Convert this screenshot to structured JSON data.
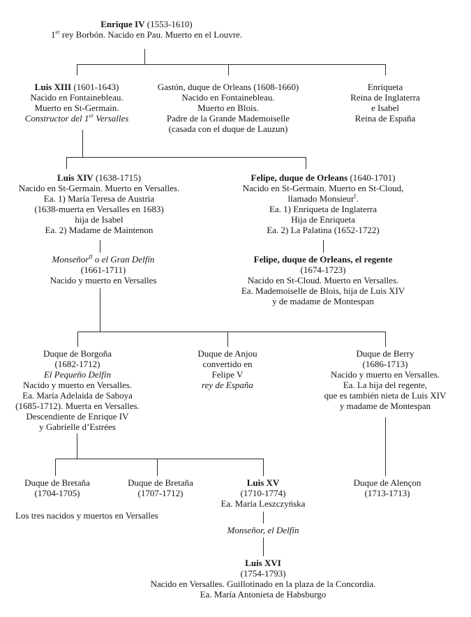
{
  "nodes": [
    {
      "id": "enrique-iv",
      "lines": [
        [
          {
            "t": "Enrique IV",
            "b": true
          },
          {
            "t": " (1553-1610)"
          }
        ],
        [
          {
            "t": "1"
          },
          {
            "t": "er",
            "sup": true
          },
          {
            "t": " rey Borbón. Nacido en Pau. Muerto en el Louvre."
          }
        ]
      ]
    },
    {
      "id": "luis-xiii",
      "lines": [
        [
          {
            "t": "Luis XIII",
            "b": true
          },
          {
            "t": " (1601-1643)"
          }
        ],
        [
          {
            "t": "Nacido en Fontainebleau."
          }
        ],
        [
          {
            "t": "Muerto en St-Germain."
          }
        ],
        [
          {
            "t": "Constructor del 1",
            "i": true
          },
          {
            "t": "er",
            "i": true,
            "sup": true
          },
          {
            "t": " Versalles",
            "i": true
          }
        ]
      ]
    },
    {
      "id": "gaston",
      "lines": [
        [
          {
            "t": "Gastón, duque de Orleans (1608-1660)"
          }
        ],
        [
          {
            "t": "Nacido en Fontainebleau."
          }
        ],
        [
          {
            "t": "Muerto en Blois."
          }
        ],
        [
          {
            "t": "Padre de la Grande Mademoiselle"
          }
        ],
        [
          {
            "t": "(casada con el duque de Lauzun)"
          }
        ]
      ]
    },
    {
      "id": "enriqueta",
      "lines": [
        [
          {
            "t": "Enriqueta"
          }
        ],
        [
          {
            "t": "Reina de Inglaterra"
          }
        ],
        [
          {
            "t": "e Isabel"
          }
        ],
        [
          {
            "t": "Reina de España"
          }
        ]
      ]
    },
    {
      "id": "luis-xiv",
      "lines": [
        [
          {
            "t": "Luis XIV",
            "b": true
          },
          {
            "t": " (1638-1715)"
          }
        ],
        [
          {
            "t": "Nacido en St-Germain. Muerto en Versalles."
          }
        ],
        [
          {
            "t": "Ea. 1) María Teresa de Austria"
          }
        ],
        [
          {
            "t": "(1638-muerta en Versalles en 1683)"
          }
        ],
        [
          {
            "t": "hija de Isabel"
          }
        ],
        [
          {
            "t": "Ea. 2) Madame de Maintenon"
          }
        ]
      ]
    },
    {
      "id": "felipe-orleans",
      "lines": [
        [
          {
            "t": "Felipe, duque de Orleans",
            "b": true
          },
          {
            "t": " (1640-1701)"
          }
        ],
        [
          {
            "t": "Nacido en St-Germain. Muerto en St-Cloud,"
          }
        ],
        [
          {
            "t": "llamado Monsieur"
          },
          {
            "t": "I",
            "sup": true
          },
          {
            "t": "."
          }
        ],
        [
          {
            "t": "Ea. 1) Enriqueta de Inglaterra"
          }
        ],
        [
          {
            "t": "Hija de Enriqueta"
          }
        ],
        [
          {
            "t": "Ea. 2) La Palatina (1652-1722)"
          }
        ]
      ]
    },
    {
      "id": "gran-delfin",
      "lines": [
        [
          {
            "t": "Monseñor",
            "i": true
          },
          {
            "t": "II",
            "i": true,
            "sup": true
          },
          {
            "t": " o el Gran Delfín",
            "i": true
          }
        ],
        [
          {
            "t": "(1661-1711)"
          }
        ],
        [
          {
            "t": "Nacido y muerto en Versalles"
          }
        ]
      ]
    },
    {
      "id": "regente",
      "lines": [
        [
          {
            "t": "Felipe, duque de Orleans, el regente",
            "b": true
          }
        ],
        [
          {
            "t": "(1674-1723)"
          }
        ],
        [
          {
            "t": "Nacido en St-Cloud. Muerto en Versalles."
          }
        ],
        [
          {
            "t": "Ea. Mademoiselle de Blois, hija de Luis XIV"
          }
        ],
        [
          {
            "t": "y de madame de Montespan"
          }
        ]
      ]
    },
    {
      "id": "borgona",
      "lines": [
        [
          {
            "t": "Duque de Borgoña"
          }
        ],
        [
          {
            "t": "(1682-1712)"
          }
        ],
        [
          {
            "t": "El Pequeño Delfín",
            "i": true
          }
        ],
        [
          {
            "t": "Nacido y muerto en Versalles."
          }
        ],
        [
          {
            "t": "Ea. María Adelaida de Saboya"
          }
        ],
        [
          {
            "t": "(1685-1712). Muerta en Versalles."
          }
        ],
        [
          {
            "t": "Descendiente de Enrique IV"
          }
        ],
        [
          {
            "t": "y Gabrielle d’Estrées"
          }
        ]
      ]
    },
    {
      "id": "anjou",
      "lines": [
        [
          {
            "t": "Duque de Anjou"
          }
        ],
        [
          {
            "t": "convertido en"
          }
        ],
        [
          {
            "t": "Felipe V"
          }
        ],
        [
          {
            "t": "rey de España",
            "i": true
          }
        ]
      ]
    },
    {
      "id": "berry",
      "lines": [
        [
          {
            "t": "Duque de Berry"
          }
        ],
        [
          {
            "t": "(1686-1713)"
          }
        ],
        [
          {
            "t": "Nacido y muerto en Versalles."
          }
        ],
        [
          {
            "t": "Ea. La hija del regente,"
          }
        ],
        [
          {
            "t": "que es también nieta de Luis XIV"
          }
        ],
        [
          {
            "t": "y madame de Montespan"
          }
        ]
      ]
    },
    {
      "id": "bretana-1",
      "lines": [
        [
          {
            "t": "Duque de Bretaña"
          }
        ],
        [
          {
            "t": "(1704-1705)"
          }
        ]
      ]
    },
    {
      "id": "bretana-2",
      "lines": [
        [
          {
            "t": "Duque de Bretaña"
          }
        ],
        [
          {
            "t": "(1707-1712)"
          }
        ]
      ]
    },
    {
      "id": "luis-xv",
      "lines": [
        [
          {
            "t": "Luis XV",
            "b": true
          }
        ],
        [
          {
            "t": "(1710-1774)"
          }
        ],
        [
          {
            "t": "Ea. María Leszczyńska"
          }
        ]
      ]
    },
    {
      "id": "alencon",
      "lines": [
        [
          {
            "t": "Duque de Alençon"
          }
        ],
        [
          {
            "t": "(1713-1713)"
          }
        ]
      ]
    },
    {
      "id": "tres-note",
      "lines": [
        [
          {
            "t": "Los tres nacidos y muertos en Versalles"
          }
        ]
      ]
    },
    {
      "id": "monsenor-delfin",
      "lines": [
        [
          {
            "t": "Monseñor, el Delfín",
            "i": true
          }
        ]
      ]
    },
    {
      "id": "luis-xvi",
      "lines": [
        [
          {
            "t": "Luis XVI",
            "b": true
          }
        ],
        [
          {
            "t": "(1754-1793)"
          }
        ],
        [
          {
            "t": "Nacido en Versalles. Guillotinado en la plaza de la Concordia."
          }
        ],
        [
          {
            "t": "Ea. María Antonieta de Habsburgo"
          }
        ]
      ]
    }
  ],
  "colors": {
    "text": "#161616",
    "line": "#2b2b2b",
    "background": "#ffffff"
  }
}
